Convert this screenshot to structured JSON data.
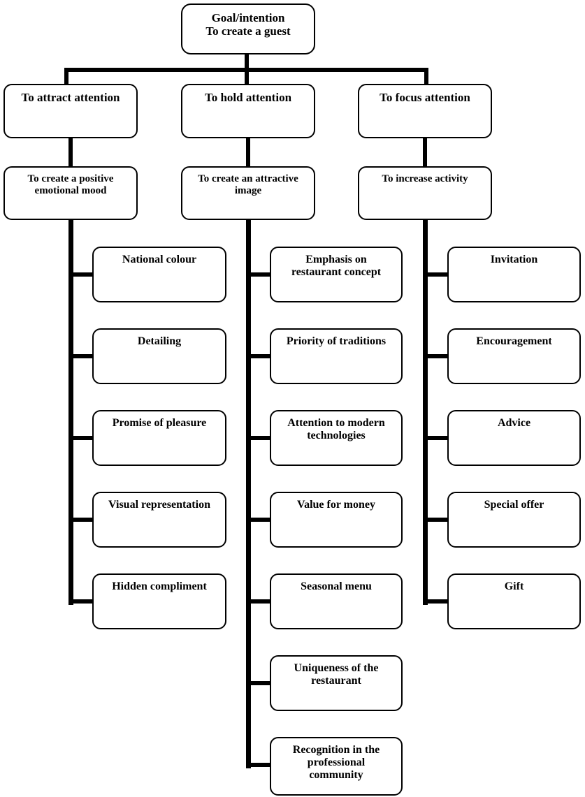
{
  "diagram": {
    "title": "Goal tree for creating a guest",
    "line_color": "#000000",
    "box_fill": "#ffffff",
    "box_border": "#000000"
  },
  "goal": {
    "line1": "Goal/intention",
    "line2": "To create a guest"
  },
  "level2": [
    {
      "label": "To attract attention"
    },
    {
      "label": "To hold attention"
    },
    {
      "label": "To focus attention"
    }
  ],
  "level3": [
    {
      "line1": "To create a positive",
      "line2": "emotional mood"
    },
    {
      "line1": "To create an attractive",
      "line2": "image"
    },
    {
      "line1": "To increase activity",
      "line2": ""
    }
  ],
  "branches": [
    {
      "parent": "To create a positive emotional mood",
      "leaves": [
        {
          "line1": "National colour",
          "line2": "",
          "line3": ""
        },
        {
          "line1": "Detailing",
          "line2": "",
          "line3": ""
        },
        {
          "line1": "Promise of pleasure",
          "line2": "",
          "line3": ""
        },
        {
          "line1": "Visual representation",
          "line2": "",
          "line3": ""
        },
        {
          "line1": "Hidden compliment",
          "line2": "",
          "line3": ""
        }
      ]
    },
    {
      "parent": "To create an attractive image",
      "leaves": [
        {
          "line1": "Emphasis on",
          "line2": "restaurant concept",
          "line3": ""
        },
        {
          "line1": "Priority of traditions",
          "line2": "",
          "line3": ""
        },
        {
          "line1": "Attention to modern",
          "line2": "technologies",
          "line3": ""
        },
        {
          "line1": "Value for money",
          "line2": "",
          "line3": ""
        },
        {
          "line1": "Seasonal menu",
          "line2": "",
          "line3": ""
        },
        {
          "line1": "Uniqueness of the",
          "line2": "restaurant",
          "line3": ""
        },
        {
          "line1": "Recognition in the",
          "line2": "professional",
          "line3": "community"
        }
      ]
    },
    {
      "parent": "To increase activity",
      "leaves": [
        {
          "line1": "Invitation",
          "line2": "",
          "line3": ""
        },
        {
          "line1": "Encouragement",
          "line2": "",
          "line3": ""
        },
        {
          "line1": "Advice",
          "line2": "",
          "line3": ""
        },
        {
          "line1": "Special offer",
          "line2": "",
          "line3": ""
        },
        {
          "line1": "Gift",
          "line2": "",
          "line3": ""
        }
      ]
    }
  ]
}
